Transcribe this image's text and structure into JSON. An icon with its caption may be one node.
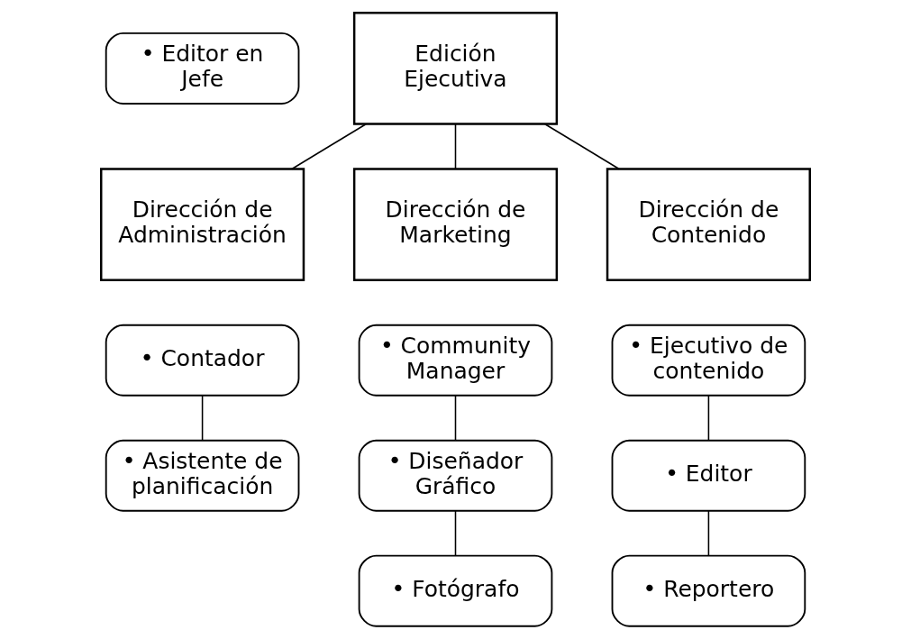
{
  "diagram": {
    "nodes": [
      {
        "text": [
          "• Editor en Jefe"
        ]
      },
      {
        "text": [
          "Edición Ejecutiva"
        ]
      },
      {
        "text": [
          "Dirección de Administración"
        ]
      },
      {
        "text": [
          "Dirección de Marketing"
        ]
      },
      {
        "text": [
          "Dirección de Contenido"
        ]
      },
      {
        "text": [
          "• Contador"
        ]
      },
      {
        "text": [
          "• Asistente de planificación"
        ]
      },
      {
        "text": [
          "• Community Manager"
        ]
      },
      {
        "text": [
          "• Diseñador Gráfico"
        ]
      },
      {
        "text": [
          "• Fotógrafo"
        ]
      },
      {
        "text": [
          "• Ejecutivo de contenido"
        ]
      },
      {
        "text": [
          "• Editor"
        ]
      },
      {
        "text": [
          "• Reportero"
        ]
      }
    ],
    "edges": [
      {
        "from": 1,
        "to": 2,
        "arrow": "none"
      },
      {
        "from": 1,
        "to": 3,
        "arrow": "none"
      },
      {
        "from": 1,
        "to": 4,
        "arrow": "none"
      },
      {
        "from": 5,
        "to": 6,
        "arrow": "none"
      },
      {
        "from": 7,
        "to": 8,
        "arrow": "none"
      },
      {
        "from": 8,
        "to": 9,
        "arrow": "none"
      },
      {
        "from": 10,
        "to": 11,
        "arrow": "none"
      },
      {
        "from": 11,
        "to": 12,
        "arrow": "none"
      }
    ]
  }
}
